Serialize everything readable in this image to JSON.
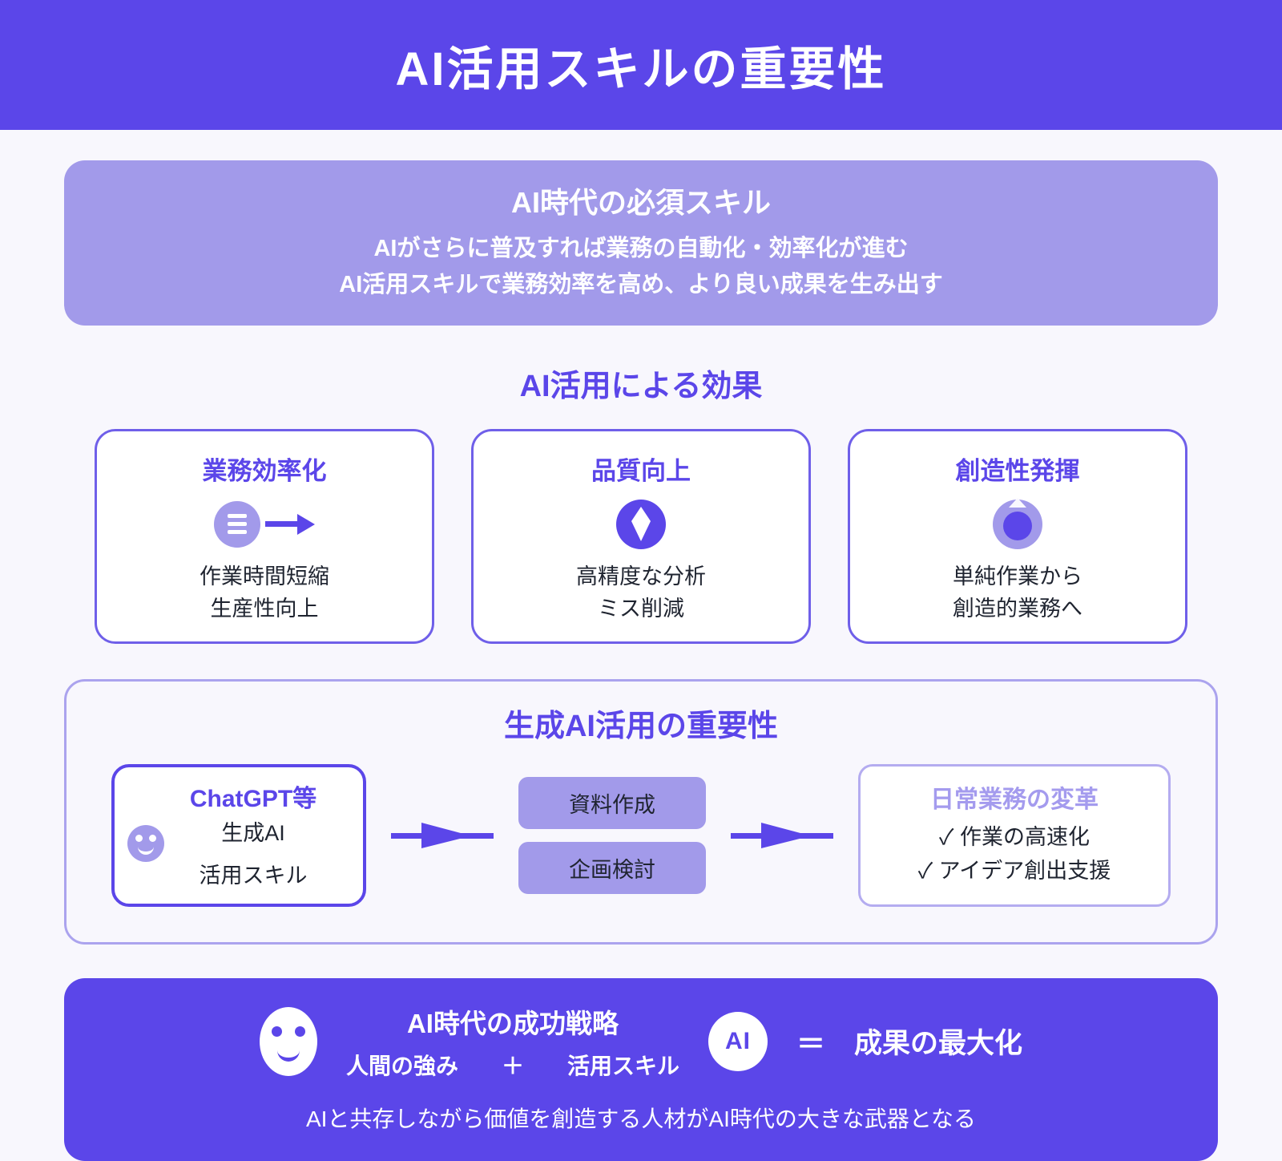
{
  "colors": {
    "primary": "#5b46e9",
    "light_purple": "#a29aea",
    "page_bg": "#f8f7fd",
    "text_dark": "#1f2430",
    "white": "#ffffff"
  },
  "header": {
    "title": "AI活用スキルの重要性"
  },
  "intro": {
    "title": "AI時代の必須スキル",
    "line1": "AIがさらに普及すれば業務の自動化・効率化が進む",
    "line2": "AI活用スキルで業務効率を高め、より良い成果を生み出す"
  },
  "effects": {
    "heading": "AI活用による効果",
    "cards": [
      {
        "title": "業務効率化",
        "icon": "list-arrow-icon",
        "line1": "作業時間短縮",
        "line2": "生産性向上"
      },
      {
        "title": "品質向上",
        "icon": "gem-icon",
        "line1": "高精度な分析",
        "line2": "ミス削減"
      },
      {
        "title": "創造性発揮",
        "icon": "creativity-icon",
        "line1": "単純作業から",
        "line2": "創造的業務へ"
      }
    ]
  },
  "genai": {
    "heading": "生成AI活用の重要性",
    "source": {
      "icon": "smiley-icon",
      "title": "ChatGPT等",
      "line1": "生成AI",
      "line2": "活用スキル"
    },
    "tasks": [
      "資料作成",
      "企画検討"
    ],
    "result": {
      "title": "日常業務の変革",
      "items": [
        "✓ 作業の高速化",
        "✓ アイデア創出支援"
      ]
    }
  },
  "strategy": {
    "icon": "smiley-face-icon",
    "title": "AI時代の成功戦略",
    "term1": "人間の強み",
    "plus": "＋",
    "term2": "活用スキル",
    "ai_badge": "AI",
    "equals": "＝",
    "result": "成果の最大化",
    "footer": "AIと共存しながら価値を創造する人材がAI時代の大きな武器となる"
  }
}
